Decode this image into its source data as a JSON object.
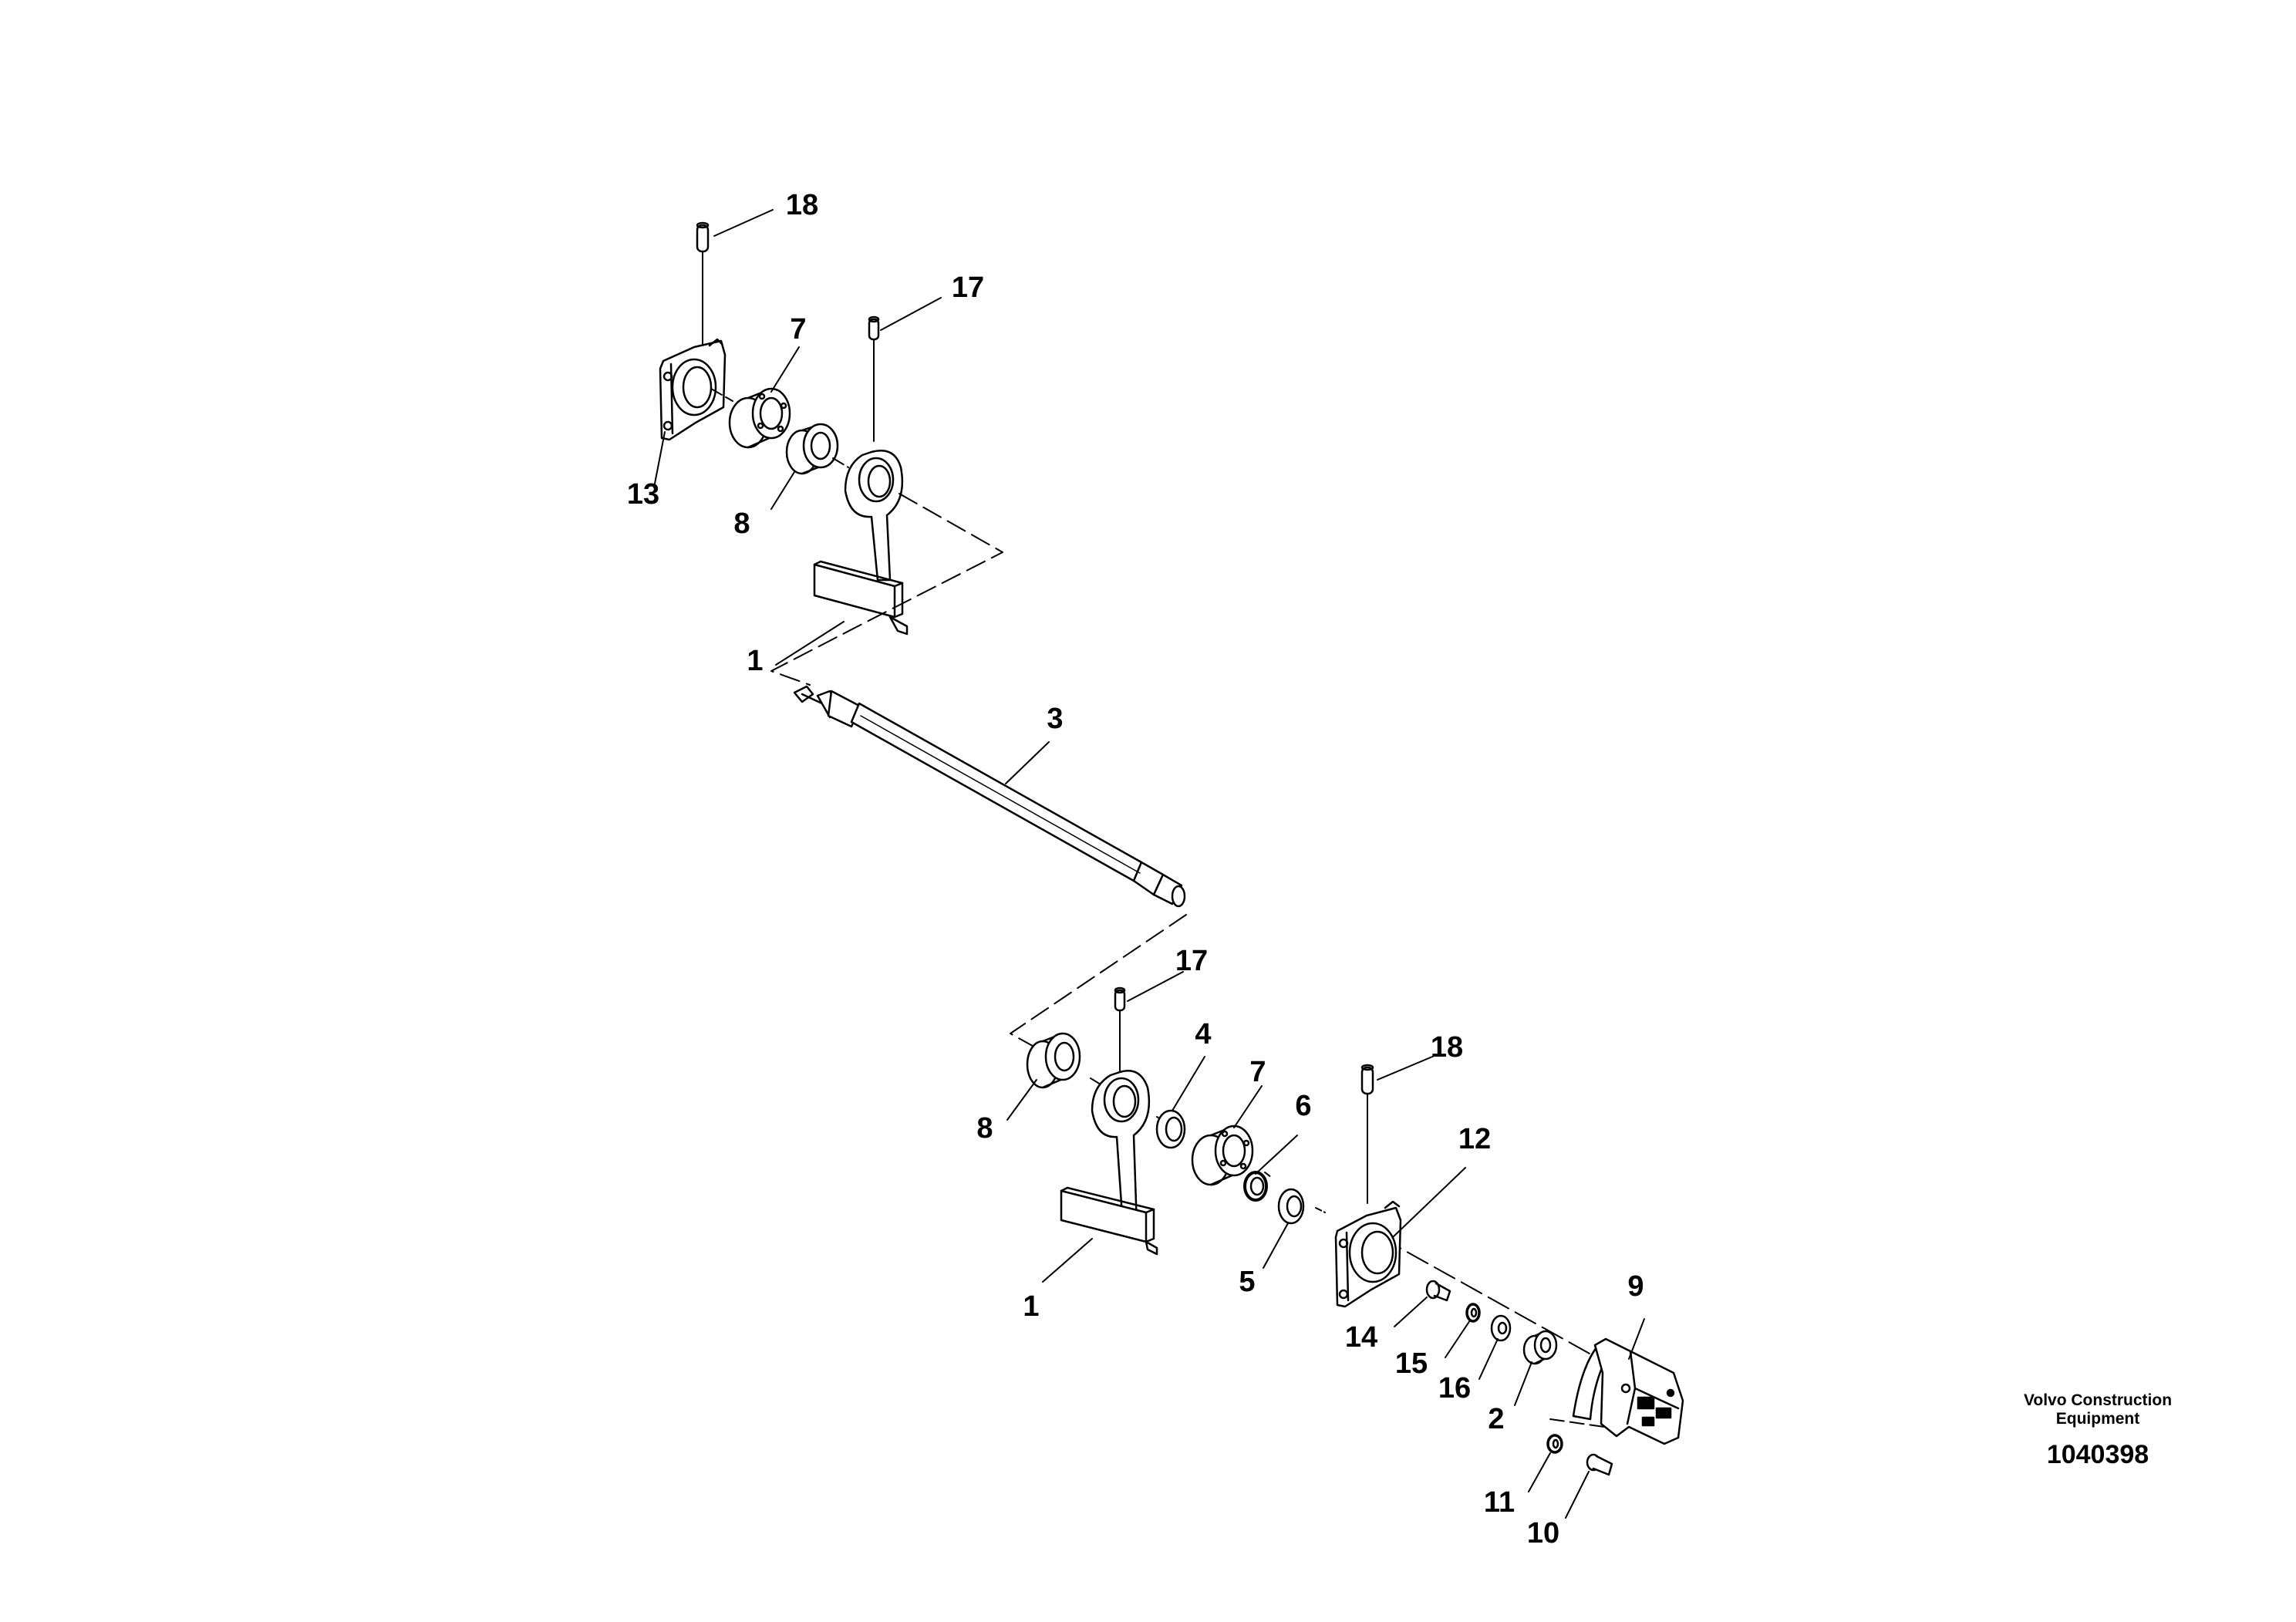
{
  "callouts": {
    "c18a": "18",
    "c17a": "17",
    "c7a": "7",
    "c13": "13",
    "c8a": "8",
    "c1a": "1",
    "c3": "3",
    "c17b": "17",
    "c4": "4",
    "c18b": "18",
    "c7b": "7",
    "c8b": "8",
    "c6": "6",
    "c12": "12",
    "c5": "5",
    "c1b": "1",
    "c9": "9",
    "c14": "14",
    "c15": "15",
    "c16": "16",
    "c2": "2",
    "c11": "11",
    "c10": "10"
  },
  "brand": {
    "line1": "Volvo Construction",
    "line2": "Equipment",
    "code": "1040398"
  }
}
